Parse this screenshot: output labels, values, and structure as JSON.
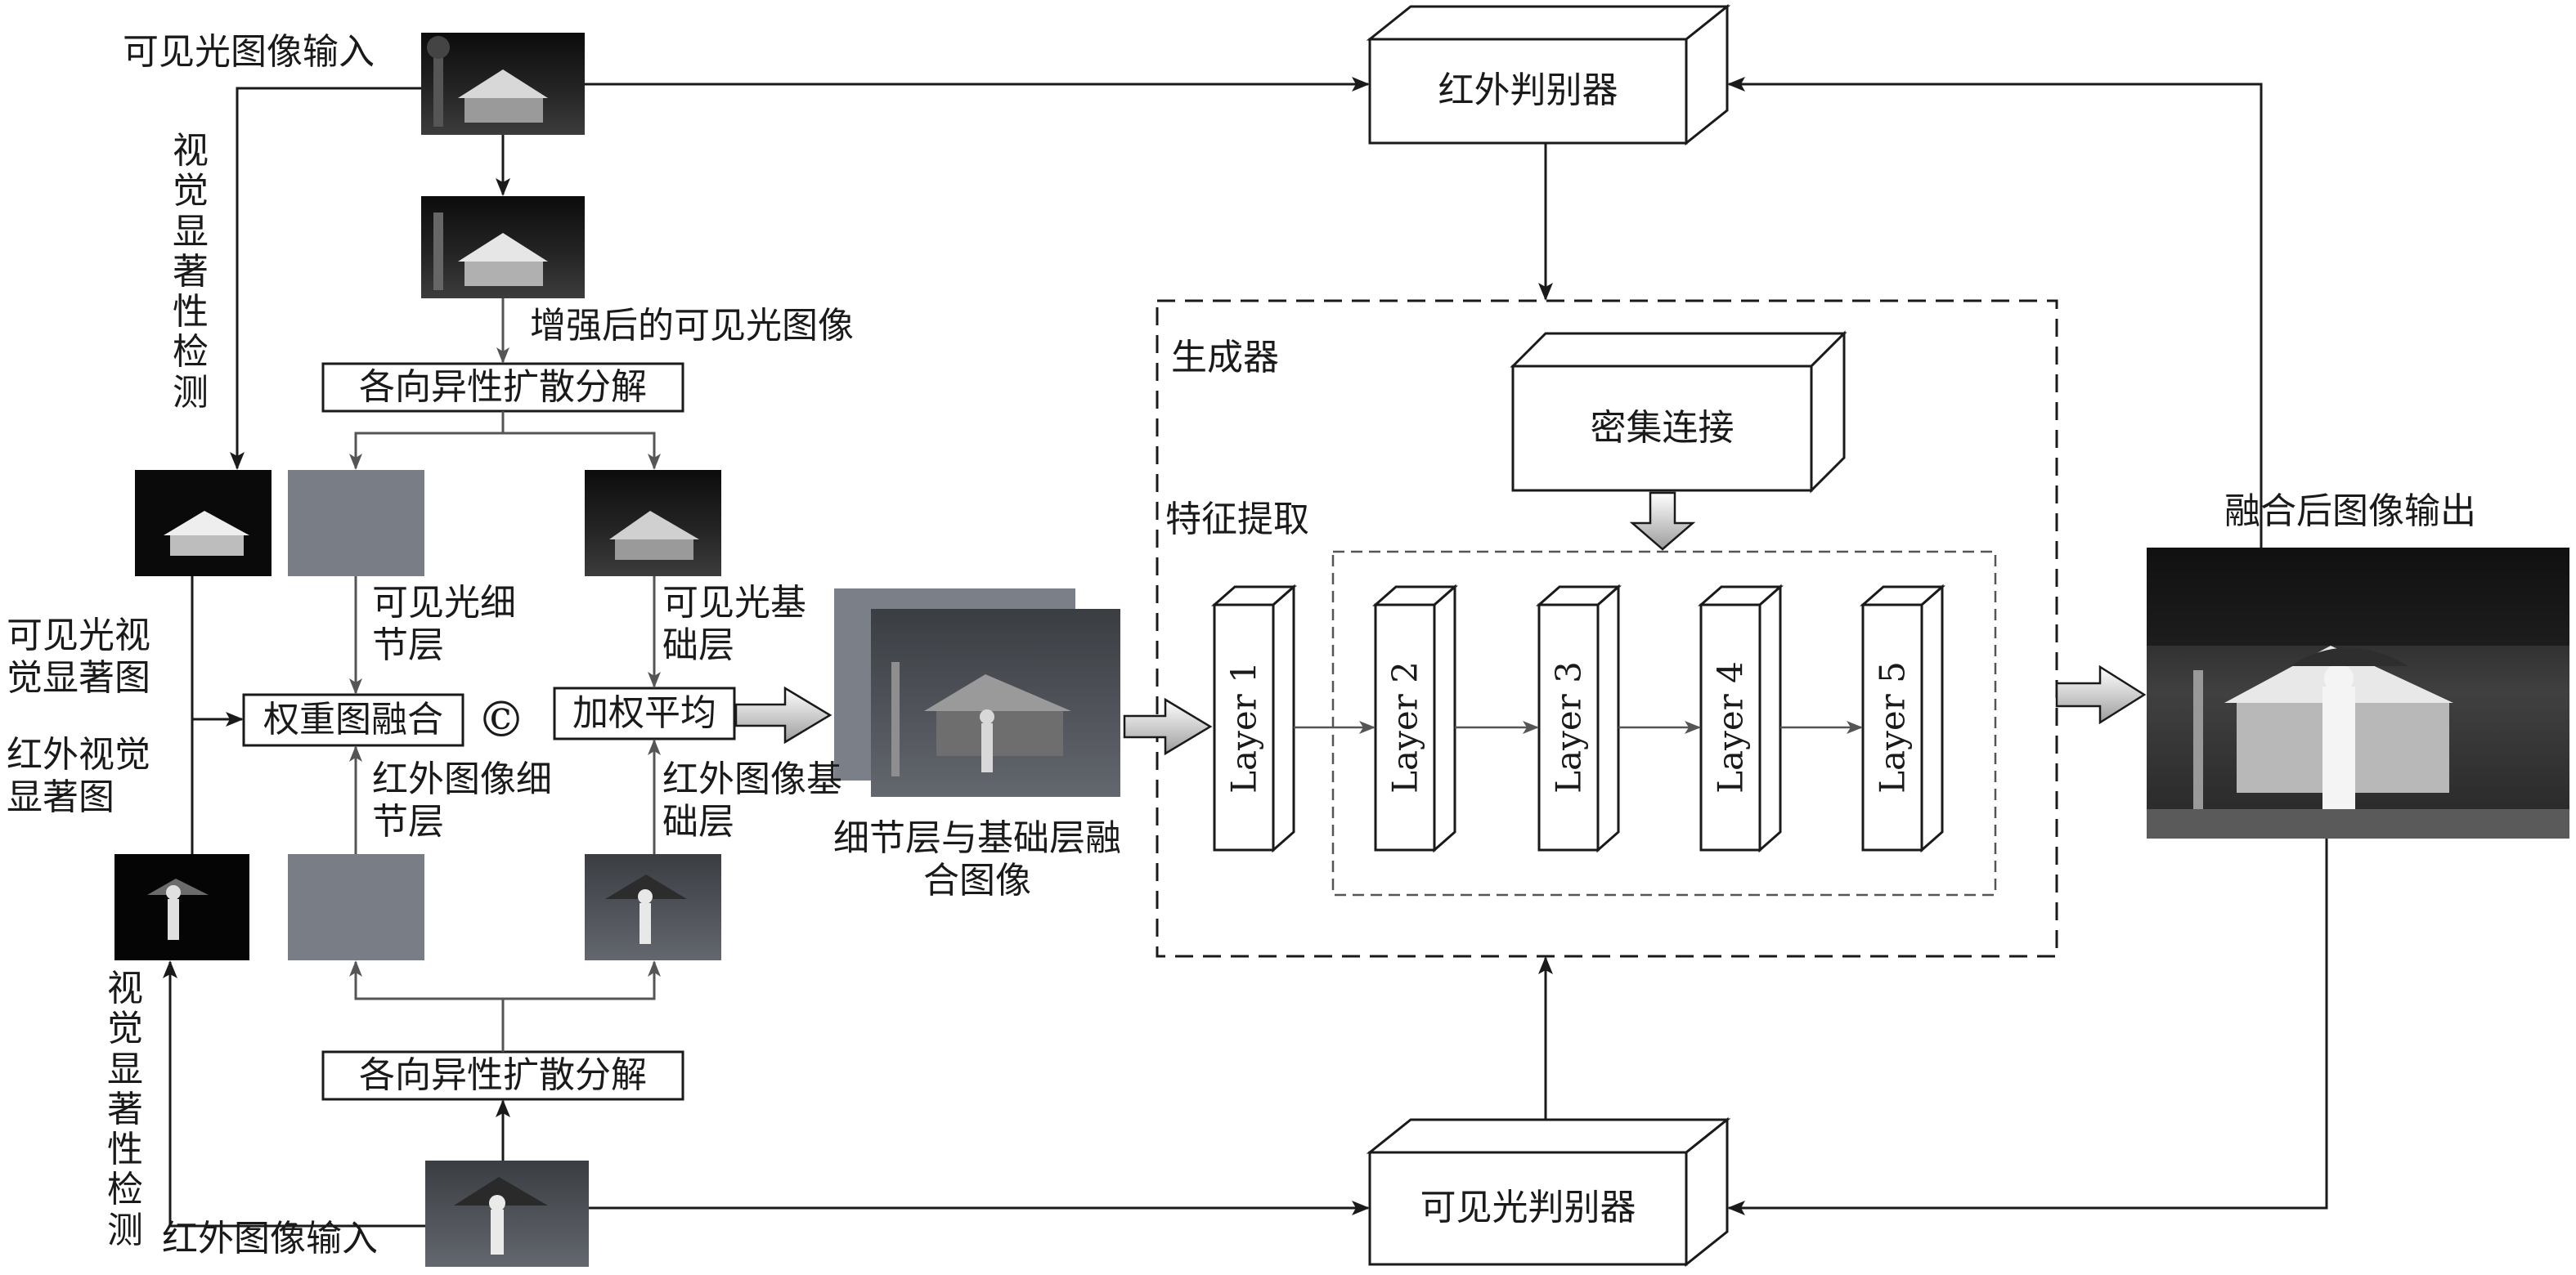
{
  "inputs": {
    "visible": "可见光图像输入",
    "infrared": "红外图像输入",
    "enhanced_visible": "增强后的可见光图像",
    "output": "融合后图像输出"
  },
  "saliency": {
    "detect_top": "视觉显著性检测",
    "detect_bottom": "视觉显著性检测",
    "visible_map": "可见光视觉显著图",
    "infrared_map": "红外视觉显著图"
  },
  "decomposition": {
    "top": "各向异性扩散分解",
    "bottom": "各向异性扩散分解"
  },
  "layers": {
    "visible_detail": "可见光细节层",
    "visible_base": "可见光基础层",
    "infrared_detail": "红外图像细节层",
    "infrared_base": "红外图像基础层"
  },
  "fusion": {
    "weight_map": "权重图融合",
    "symbol": "©",
    "weighted_average": "加权平均",
    "fused_caption": "细节层与基础层融合图像"
  },
  "generator": {
    "title": "生成器",
    "feature_extraction": "特征提取",
    "dense_connection": "密集连接",
    "layers": [
      "Layer 1",
      "Layer 2",
      "Layer 3",
      "Layer 4",
      "Layer 5"
    ]
  },
  "discriminators": {
    "infrared": "红外判别器",
    "visible": "可见光判别器"
  },
  "colors": {
    "line": "#1a1a1a",
    "gray_arrow": "#555555",
    "detail_gray": "#7a7e86",
    "photo_dark": "#1c1c1c"
  }
}
